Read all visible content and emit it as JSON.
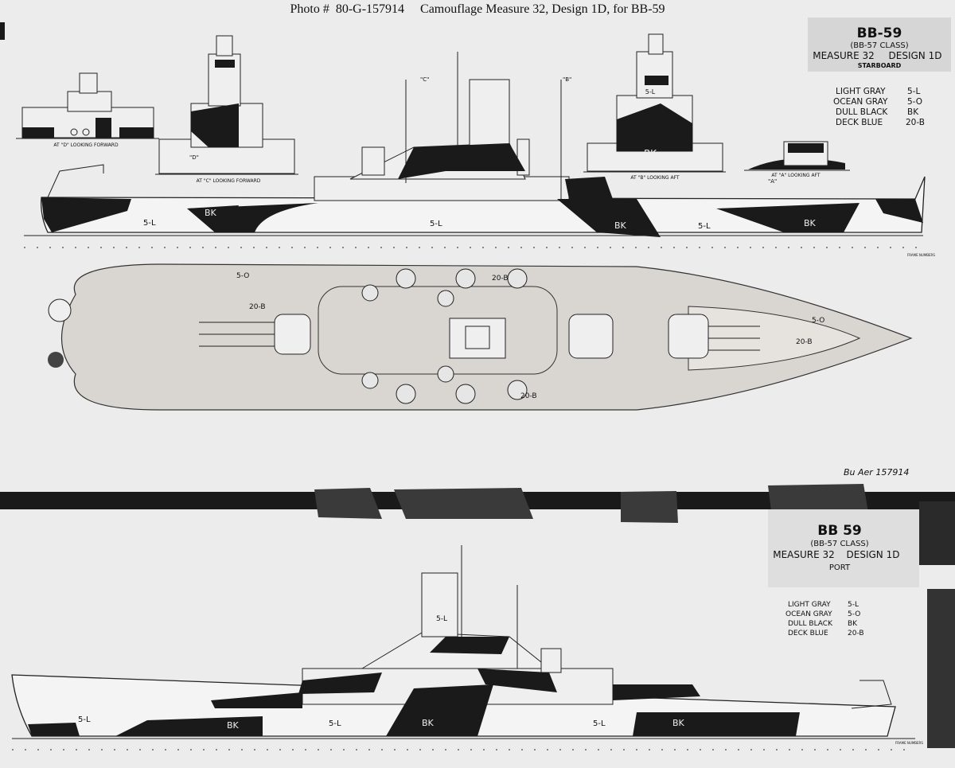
{
  "title": "Photo #  80-G-157914     Camouflage Measure 32, Design 1D, for BB-59",
  "starboard": {
    "box": {
      "ship": "BB-59",
      "class": "(BB-57 CLASS)",
      "measure": "MEASURE 32",
      "design": "DESIGN 1D",
      "side": "STARBOARD"
    },
    "legend": [
      {
        "name": "LIGHT GRAY",
        "code": "5-L"
      },
      {
        "name": "OCEAN GRAY",
        "code": "5-O"
      },
      {
        "name": "DULL BLACK",
        "code": "BK"
      },
      {
        "name": "DECK BLUE",
        "code": "20-B"
      }
    ],
    "sections": [
      "AT \"D\" LOOKING FORWARD",
      "AT \"C\" LOOKING FORWARD",
      "AT \"B\" LOOKING AFT",
      "AT \"A\" LOOKING AFT"
    ],
    "markers": [
      "\"D\"",
      "\"C\"",
      "\"B\"",
      "\"A\""
    ],
    "hull_labels": [
      "5-L",
      "BK",
      "5-L",
      "BK",
      "5-L",
      "BK"
    ],
    "section_labels": [
      "5-L",
      "BK"
    ],
    "frame_label": "FRAME NUMBERS"
  },
  "plan": {
    "labels": [
      "5-O",
      "20-B",
      "20-B",
      "20-B",
      "5-O",
      "20-B"
    ],
    "stamp": "Bu Aer 157914"
  },
  "port": {
    "box": {
      "ship": "BB 59",
      "class": "(BB-57 CLASS)",
      "measure": "MEASURE 32",
      "design": "DESIGN 1D",
      "side": "PORT"
    },
    "legend": [
      {
        "name": "LIGHT GRAY",
        "code": "5-L"
      },
      {
        "name": "OCEAN GRAY",
        "code": "5-O"
      },
      {
        "name": "DULL BLACK",
        "code": "BK"
      },
      {
        "name": "DECK BLUE",
        "code": "20-B"
      }
    ],
    "hull_labels": [
      "5-L",
      "BK",
      "5-L",
      "BK",
      "5-L",
      "BK"
    ],
    "super_label": "5-L",
    "frame_label": "FRAME NUMBERS"
  },
  "colors": {
    "paper": "#ececec",
    "ink": "#1a1a1a",
    "label_box": "#d8d8d8"
  }
}
